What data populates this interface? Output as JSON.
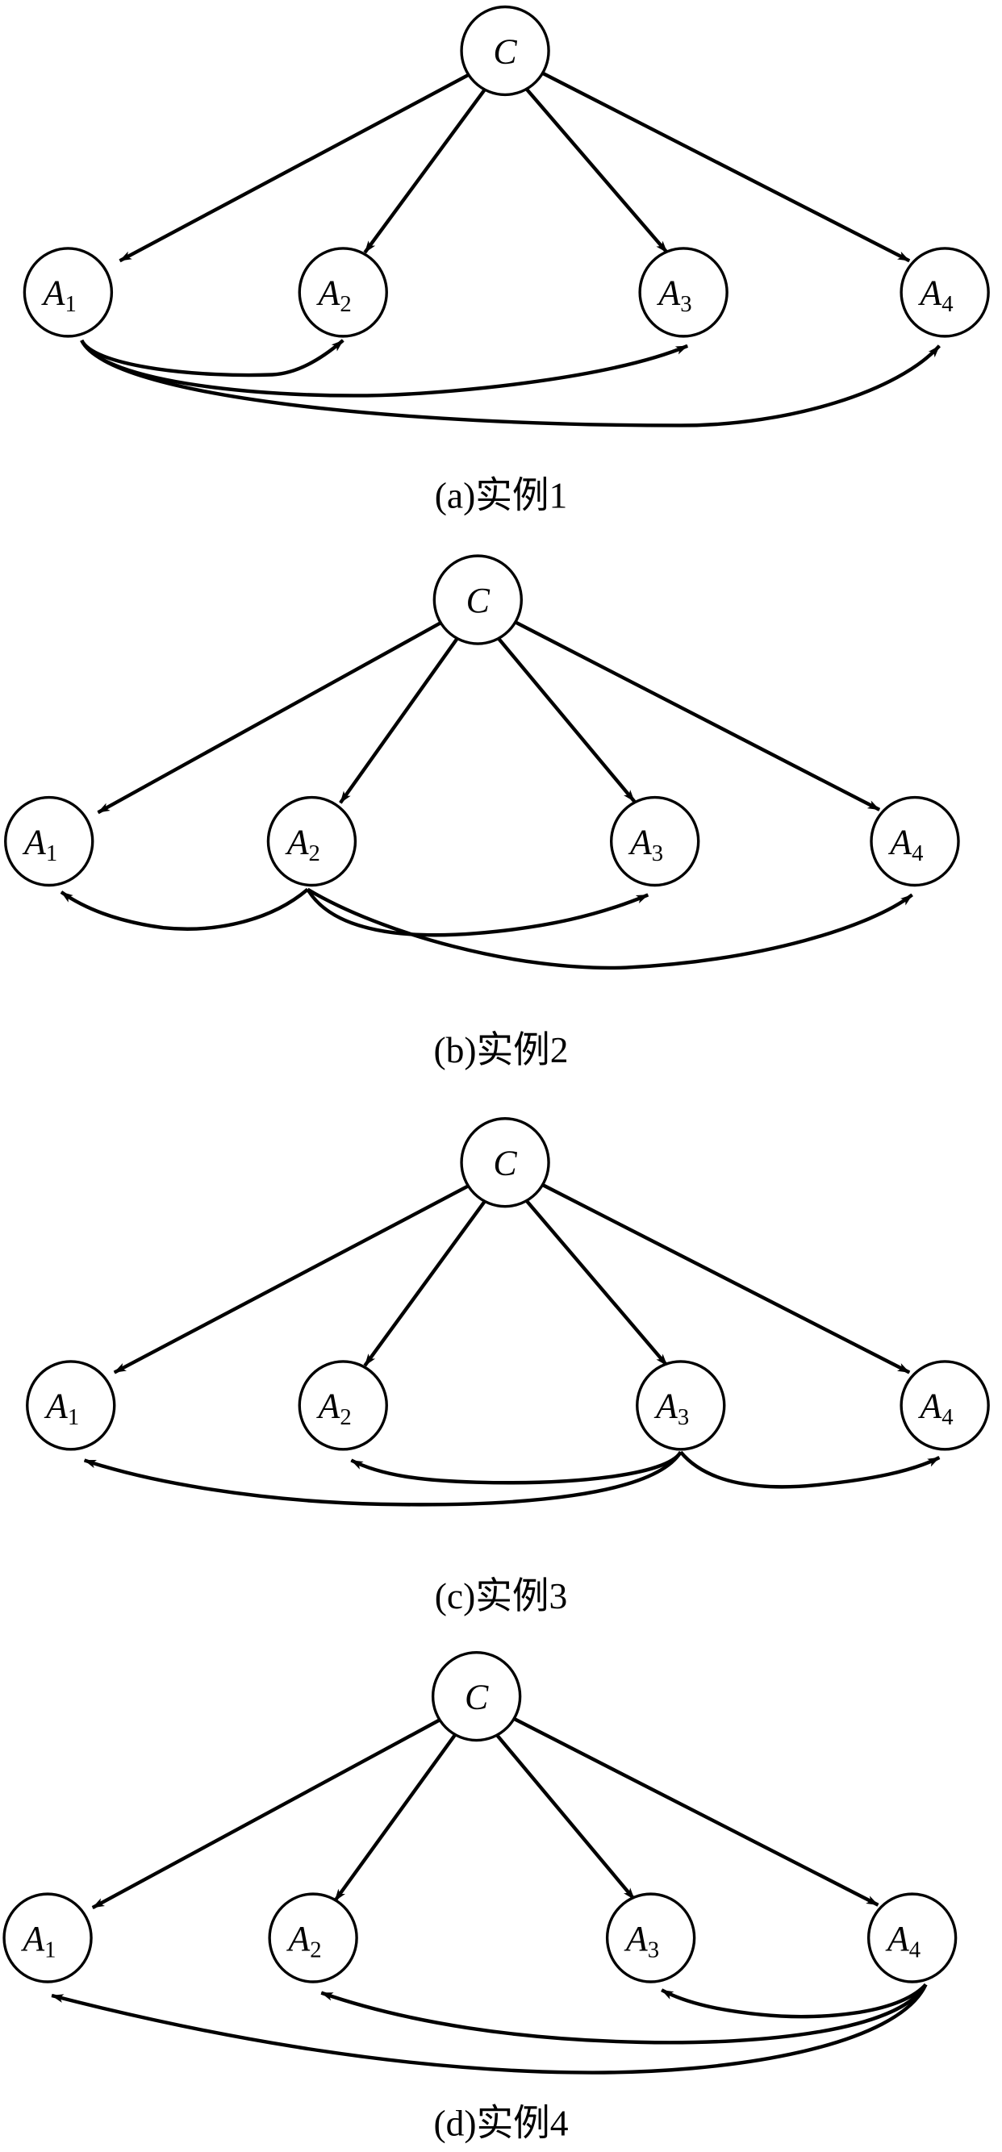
{
  "panels": [
    {
      "caption": "(a)实例1",
      "center": {
        "name": "C"
      },
      "agents": [
        {
          "name": "A",
          "sub": "1"
        },
        {
          "name": "A",
          "sub": "2"
        },
        {
          "name": "A",
          "sub": "3"
        },
        {
          "name": "A",
          "sub": "4"
        }
      ],
      "edges": [
        [
          "C",
          "A1"
        ],
        [
          "C",
          "A2"
        ],
        [
          "C",
          "A3"
        ],
        [
          "C",
          "A4"
        ],
        [
          "A1",
          "A2"
        ],
        [
          "A1",
          "A3"
        ],
        [
          "A1",
          "A4"
        ]
      ]
    },
    {
      "caption": "(b)实例2",
      "center": {
        "name": "C"
      },
      "agents": [
        {
          "name": "A",
          "sub": "1"
        },
        {
          "name": "A",
          "sub": "2"
        },
        {
          "name": "A",
          "sub": "3"
        },
        {
          "name": "A",
          "sub": "4"
        }
      ],
      "edges": [
        [
          "C",
          "A1"
        ],
        [
          "C",
          "A2"
        ],
        [
          "C",
          "A3"
        ],
        [
          "C",
          "A4"
        ],
        [
          "A2",
          "A1"
        ],
        [
          "A2",
          "A3"
        ],
        [
          "A2",
          "A4"
        ]
      ]
    },
    {
      "caption": "(c)实例3",
      "center": {
        "name": "C"
      },
      "agents": [
        {
          "name": "A",
          "sub": "1"
        },
        {
          "name": "A",
          "sub": "2"
        },
        {
          "name": "A",
          "sub": "3"
        },
        {
          "name": "A",
          "sub": "4"
        }
      ],
      "edges": [
        [
          "C",
          "A1"
        ],
        [
          "C",
          "A2"
        ],
        [
          "C",
          "A3"
        ],
        [
          "C",
          "A4"
        ],
        [
          "A3",
          "A1"
        ],
        [
          "A3",
          "A2"
        ],
        [
          "A3",
          "A4"
        ]
      ]
    },
    {
      "caption": "(d)实例4",
      "center": {
        "name": "C"
      },
      "agents": [
        {
          "name": "A",
          "sub": "1"
        },
        {
          "name": "A",
          "sub": "2"
        },
        {
          "name": "A",
          "sub": "3"
        },
        {
          "name": "A",
          "sub": "4"
        }
      ],
      "edges": [
        [
          "C",
          "A1"
        ],
        [
          "C",
          "A2"
        ],
        [
          "C",
          "A3"
        ],
        [
          "C",
          "A4"
        ],
        [
          "A4",
          "A1"
        ],
        [
          "A4",
          "A2"
        ],
        [
          "A4",
          "A3"
        ]
      ]
    }
  ]
}
